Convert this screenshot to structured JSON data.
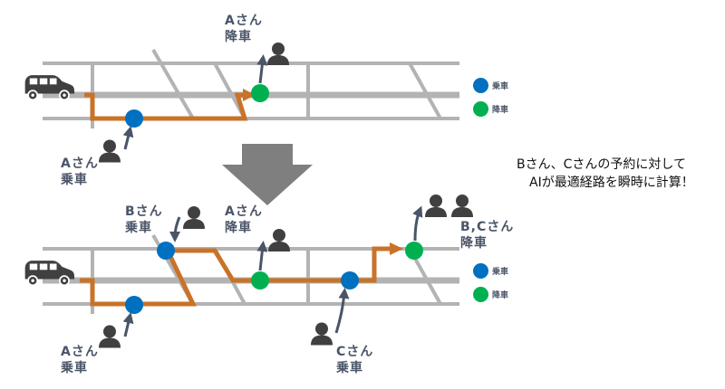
{
  "colors": {
    "road": "#b3b3b3",
    "route": "#c87328",
    "pickup": "#0070c0",
    "dropoff": "#00b050",
    "person": "#404040",
    "arrow": "#4a5568",
    "big_arrow": "#7f7f7f",
    "car": "#404040"
  },
  "top_panel": {
    "labels": {
      "a_dropoff": [
        "Aさん",
        "降車"
      ],
      "a_pickup": [
        "Aさん",
        "乗車"
      ]
    }
  },
  "bottom_panel": {
    "labels": {
      "b_pickup": [
        "Bさん",
        "乗車"
      ],
      "a_dropoff": [
        "Aさん",
        "降車"
      ],
      "bc_dropoff": [
        "B,Cさん",
        "降車"
      ],
      "a_pickup": [
        "Aさん",
        "乗車"
      ],
      "c_pickup": [
        "Cさん",
        "乗車"
      ]
    }
  },
  "legend": {
    "pickup_label": "乗車",
    "dropoff_label": "降車"
  },
  "caption": {
    "line1": "Bさん、Cさんの予約に対して",
    "line2": "AIが最適経路を瞬時に計算！"
  },
  "icons": {
    "vehicle": "car-icon",
    "passenger": "person-icon",
    "transition": "down-arrow-icon"
  }
}
